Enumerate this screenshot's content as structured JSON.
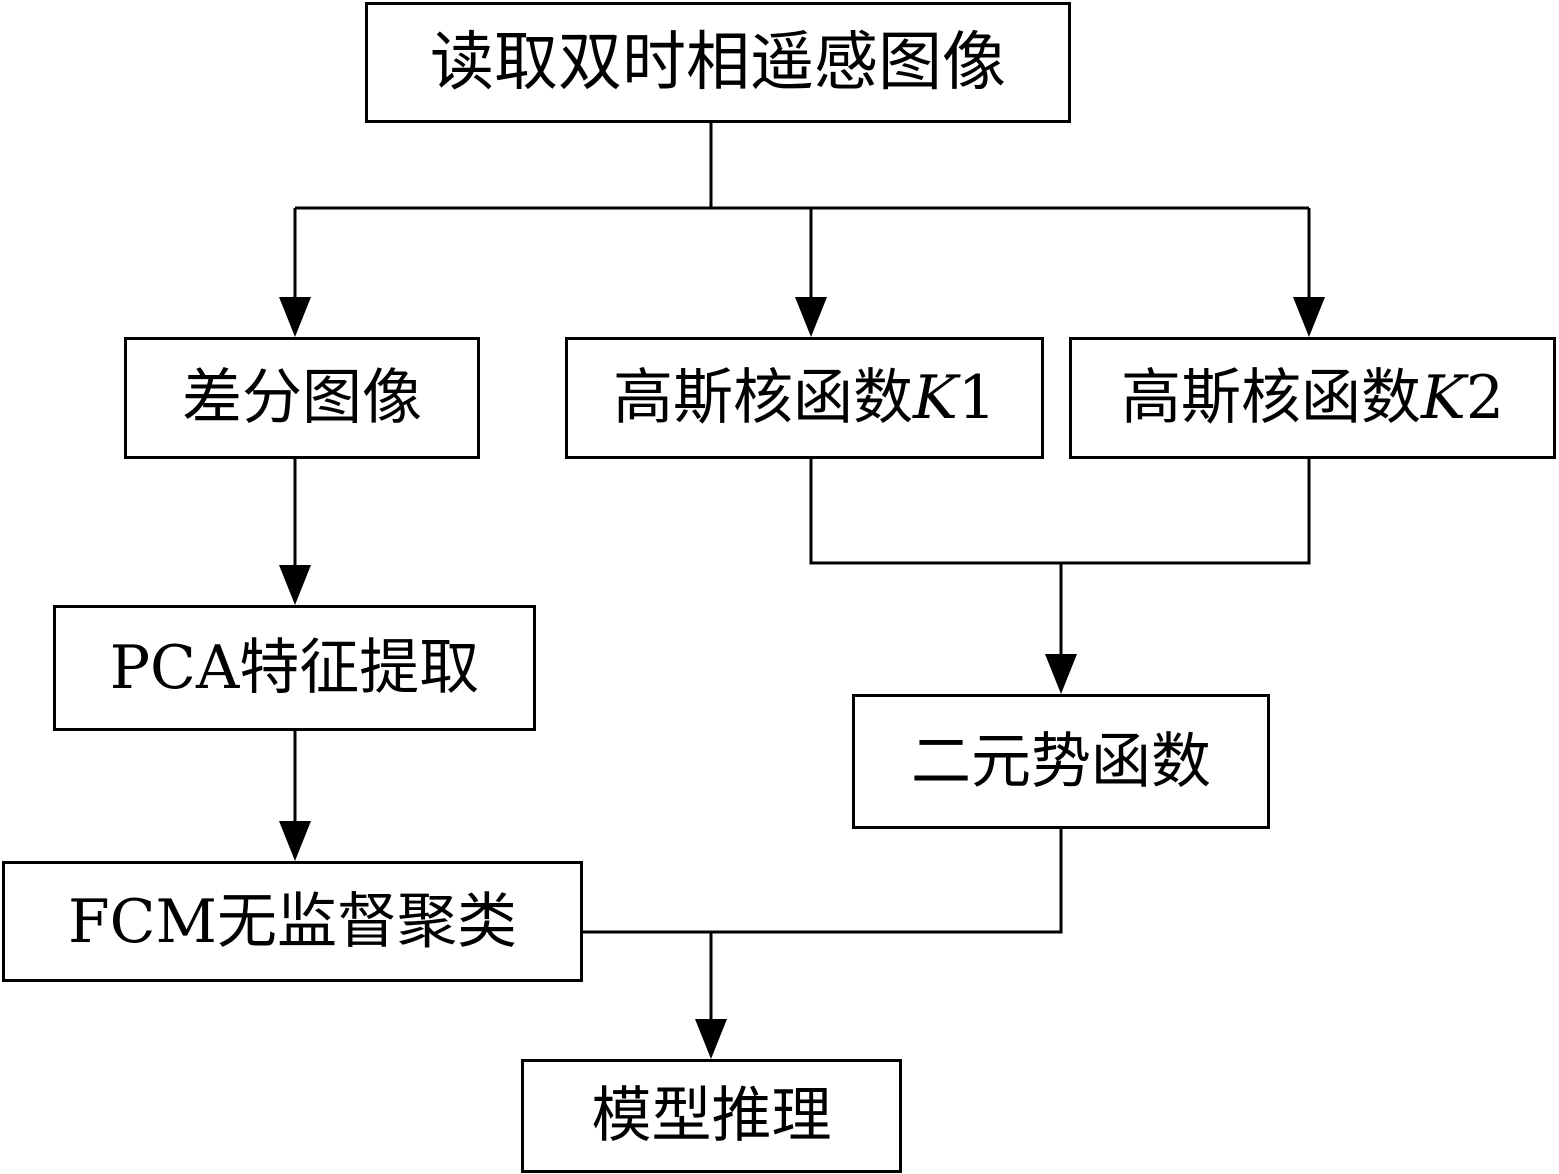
{
  "nodes": {
    "read_images": "读取双时相遥感图像",
    "diff_image": "差分图像",
    "gauss_k1": {
      "text": "高斯核函数",
      "var": "K",
      "index": "1"
    },
    "gauss_k2": {
      "text": "高斯核函数",
      "var": "K",
      "index": "2"
    },
    "pca": "PCA特征提取",
    "binary_potential": "二元势函数",
    "fcm": "FCM无监督聚类",
    "inference": "模型推理"
  },
  "edges": [
    {
      "from": "读取双时相遥感图像",
      "to": "差分图像"
    },
    {
      "from": "读取双时相遥感图像",
      "to": "高斯核函数K1"
    },
    {
      "from": "读取双时相遥感图像",
      "to": "高斯核函数K2"
    },
    {
      "from": "差分图像",
      "to": "PCA特征提取"
    },
    {
      "from": "PCA特征提取",
      "to": "FCM无监督聚类"
    },
    {
      "from": "高斯核函数K1",
      "to": "二元势函数"
    },
    {
      "from": "高斯核函数K2",
      "to": "二元势函数"
    },
    {
      "from": "FCM无监督聚类",
      "to": "模型推理"
    },
    {
      "from": "二元势函数",
      "to": "模型推理"
    }
  ],
  "colors": {
    "line": "#000000",
    "box_border": "#000000",
    "background": "#ffffff"
  }
}
